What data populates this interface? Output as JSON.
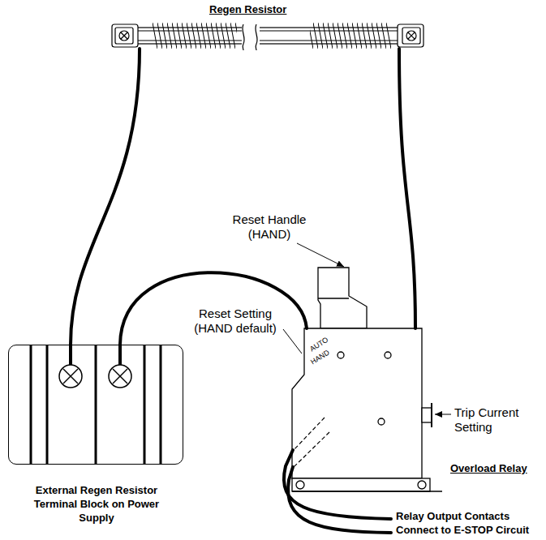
{
  "diagram": {
    "nodes": [
      {
        "text": [
          "Regen Resistor"
        ]
      },
      {
        "text": [
          "External Regen Resistor Terminal Block on Power Supply"
        ]
      },
      {
        "text": [
          "Overload Relay"
        ]
      }
    ],
    "edges": [
      {
        "from": 0,
        "to": 1,
        "arrow": "none"
      },
      {
        "from": 1,
        "to": 2,
        "arrow": "none"
      },
      {
        "from": 0,
        "to": 2,
        "arrow": "none"
      }
    ],
    "labels": [
      "Reset Handle (HAND)",
      "Reset Setting (HAND default)",
      "AUTO",
      "HAND",
      "Trip Current Setting",
      "Relay Output Contacts Connect to E-STOP Circuit"
    ]
  }
}
